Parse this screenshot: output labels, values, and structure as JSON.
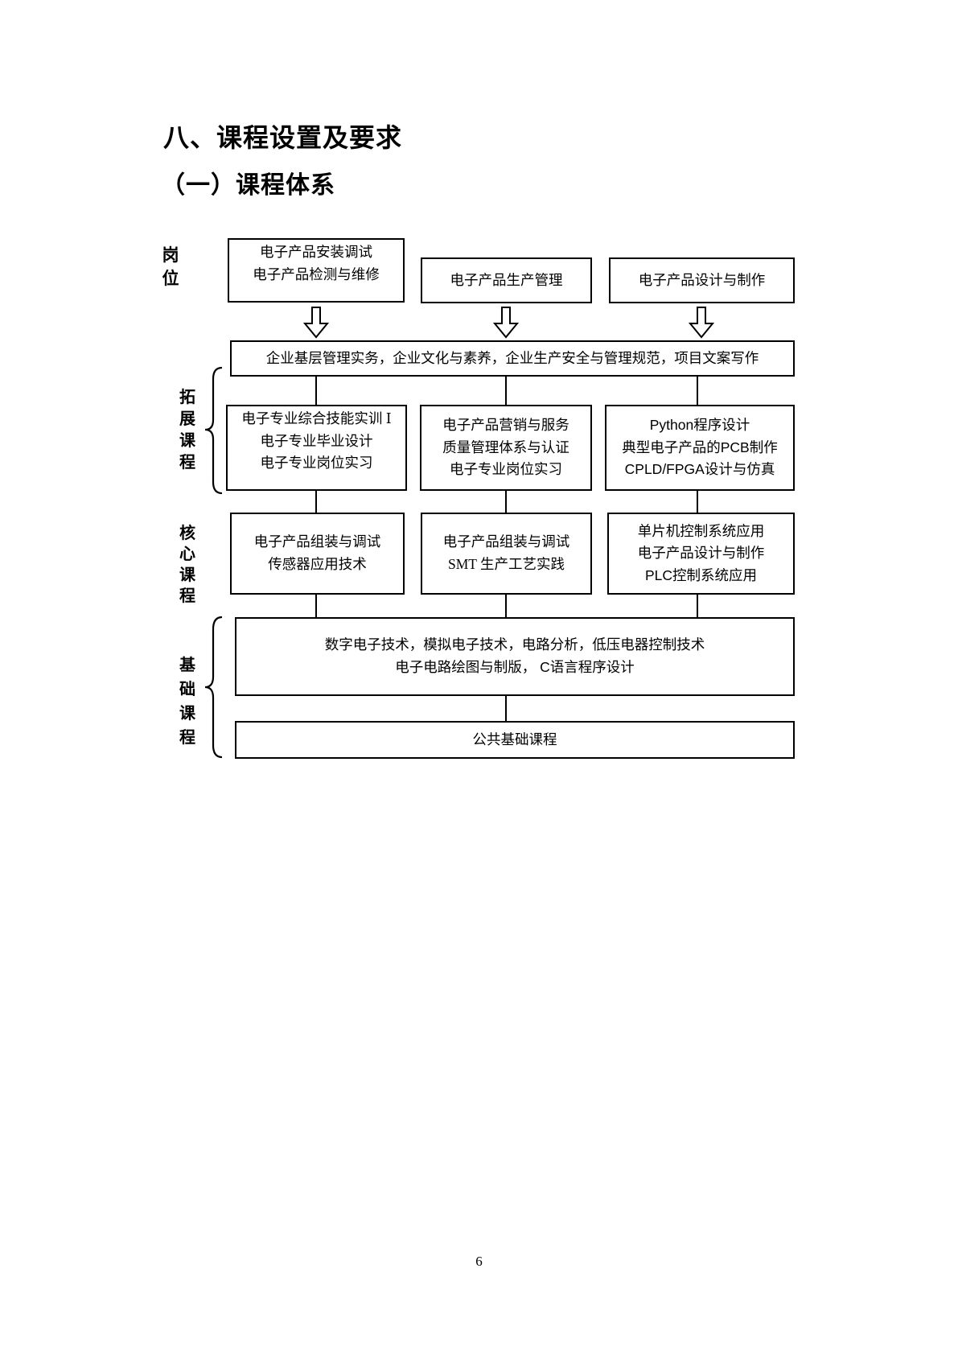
{
  "headings": {
    "h1": "八、课程设置及要求",
    "h2": "（一）课程体系"
  },
  "diagram": {
    "row_labels": {
      "positions": "岗位",
      "expansion": "拓展课程",
      "core": "核心课程",
      "foundation": "基础课程"
    },
    "position_boxes": [
      {
        "lines": [
          "电子产品安装调试",
          "电子产品检测与维修"
        ]
      },
      {
        "lines": [
          "电子产品生产管理"
        ]
      },
      {
        "lines": [
          "电子产品设计与制作"
        ]
      }
    ],
    "quality_bar": "企业基层管理实务，企业文化与素养，企业生产安全与管理规范，项目文案写作",
    "expansion_boxes": [
      {
        "lines": [
          "电子专业综合技能实训 Ⅰ",
          "电子专业毕业设计",
          "电子专业岗位实习"
        ]
      },
      {
        "lines": [
          "电子产品营销与服务",
          "质量管理体系与认证",
          "电子专业岗位实习"
        ]
      },
      {
        "lines": [
          "Python程序设计",
          "典型电子产品的PCB制作",
          "CPLD/FPGA设计与仿真"
        ]
      }
    ],
    "core_boxes": [
      {
        "lines": [
          "电子产品组装与调试",
          "传感器应用技术"
        ]
      },
      {
        "lines": [
          "电子产品组装与调试",
          "SMT 生产工艺实践"
        ]
      },
      {
        "lines": [
          "单片机控制系统应用",
          "电子产品设计与制作",
          "PLC控制系统应用"
        ]
      }
    ],
    "foundation_bar": {
      "lines": [
        "数字电子技术，模拟电子技术，电路分析，低压电器控制技术",
        "电子电路绘图与制版，  C语言程序设计"
      ]
    },
    "public_bar": "公共基础课程"
  },
  "page": {
    "number": "6"
  },
  "colors": {
    "ink": "#000000",
    "paper": "#ffffff"
  }
}
